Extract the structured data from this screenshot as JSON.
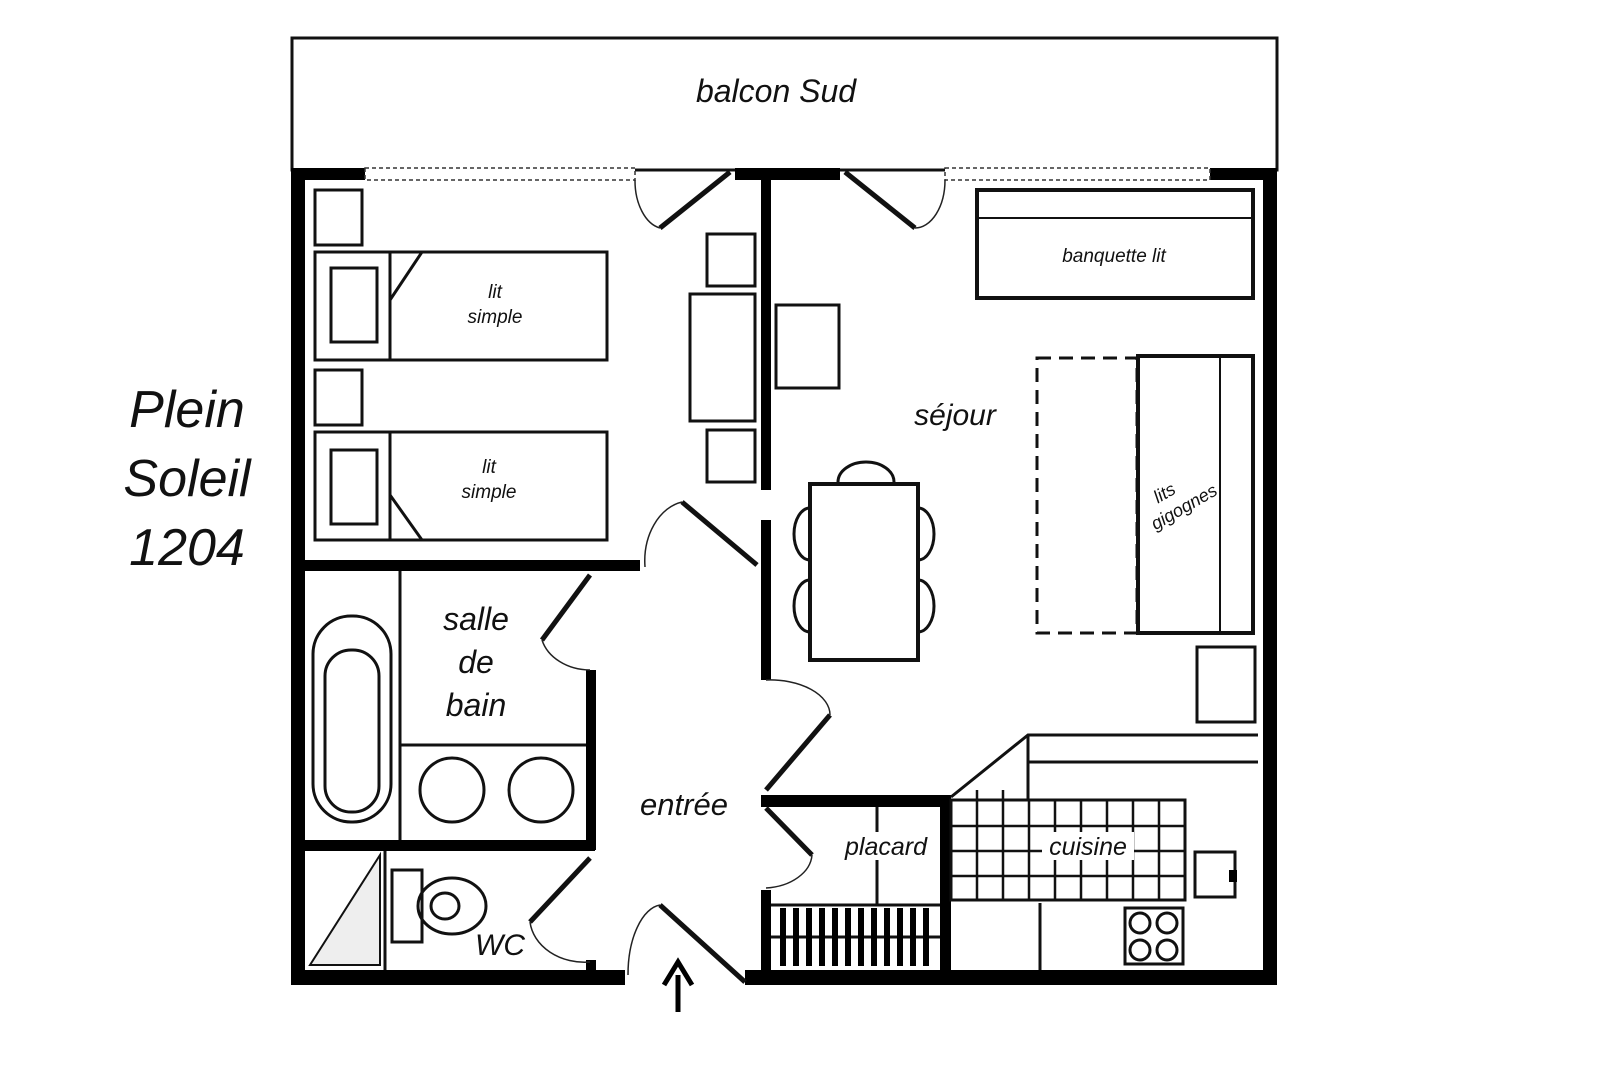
{
  "title": {
    "line1": "Plein",
    "line2": "Soleil",
    "line3": "1204"
  },
  "rooms": {
    "balcony": "balcon  Sud",
    "bed1": {
      "line1": "lit",
      "line2": "simple"
    },
    "bed2": {
      "line1": "lit",
      "line2": "simple"
    },
    "sofa_bed": "banquette lit",
    "living": "séjour",
    "bunk": {
      "line1": "lits",
      "line2": "gigognes"
    },
    "bathroom": {
      "line1": "salle",
      "line2": "de",
      "line3": "bain"
    },
    "entry": "entrée",
    "closet": "placard",
    "kitchen": "cuisine",
    "wc": "WC"
  }
}
